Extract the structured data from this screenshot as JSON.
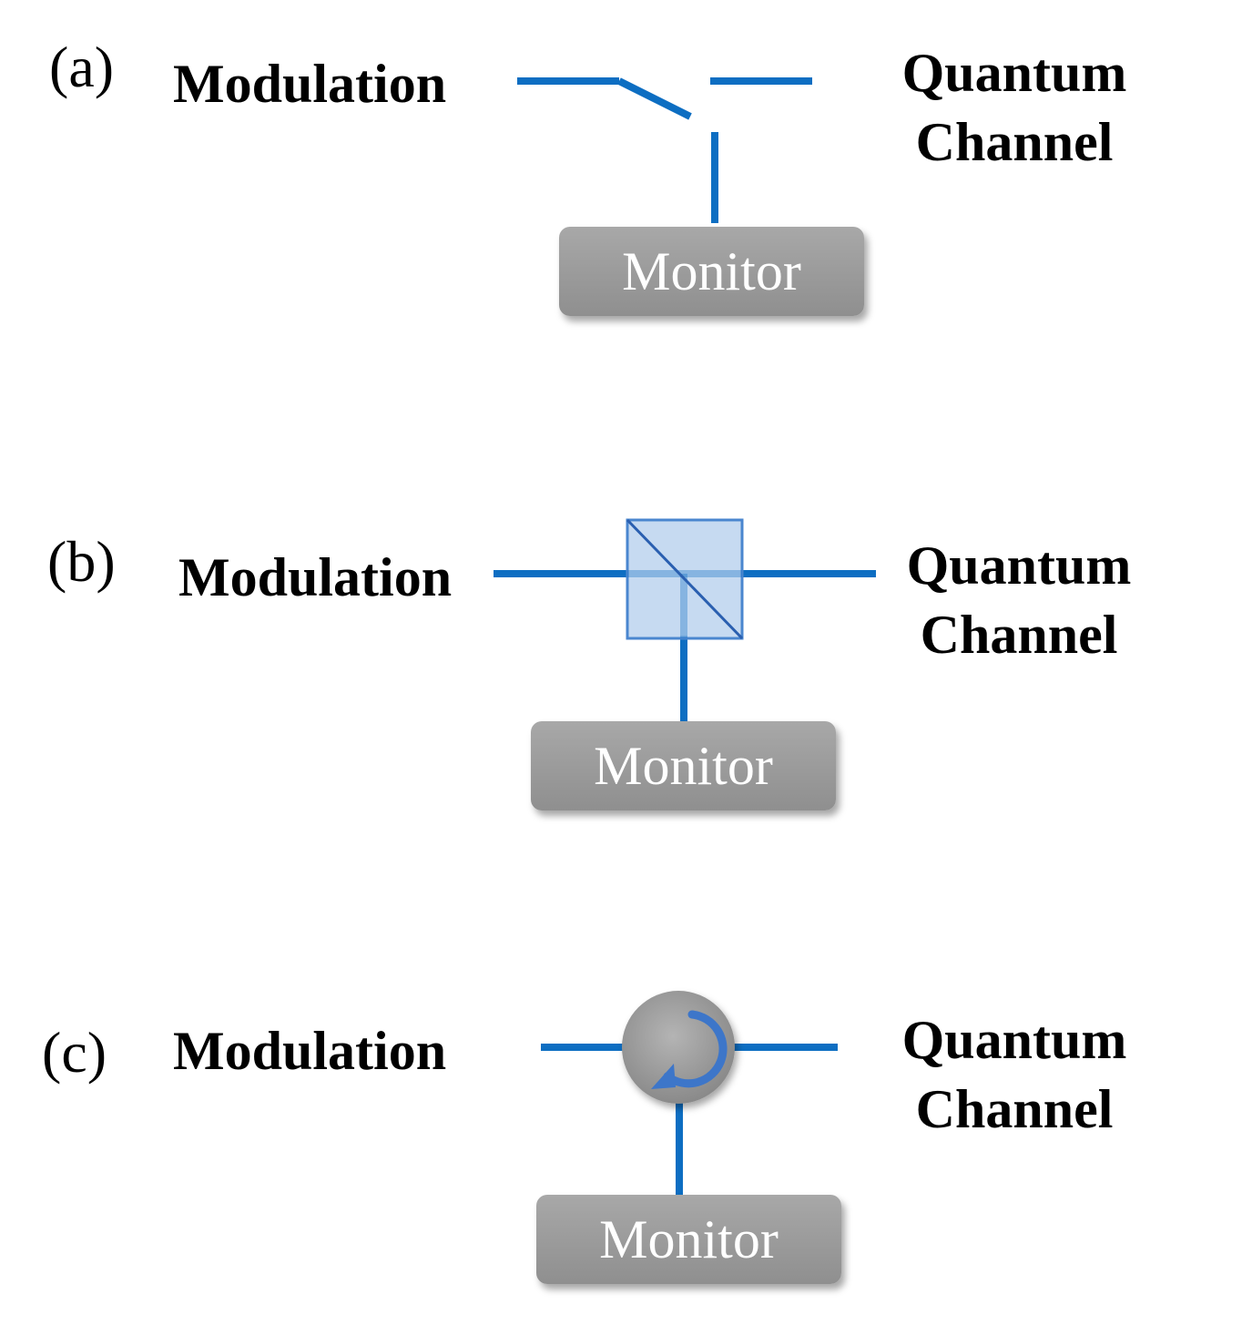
{
  "panels": [
    {
      "label": "(a)",
      "input": "Modulation",
      "output_line1": "Quantum",
      "output_line2": "Channel",
      "component": "switch-icon",
      "monitor": "Monitor"
    },
    {
      "label": "(b)",
      "input": "Modulation",
      "output_line1": "Quantum",
      "output_line2": "Channel",
      "component": "beam-splitter-icon",
      "monitor": "Monitor"
    },
    {
      "label": "(c)",
      "input": "Modulation",
      "output_line1": "Quantum",
      "output_line2": "Channel",
      "component": "circulator-icon",
      "monitor": "Monitor"
    }
  ],
  "colors": {
    "wire": "#0d6ec2",
    "splitter_fill": "#bcd3ee",
    "splitter_edge": "#4a86cf",
    "circulator_body": "#9a9a9a",
    "circulator_arrow": "#3d76c9",
    "monitor_fill": "#9c9c9c"
  }
}
